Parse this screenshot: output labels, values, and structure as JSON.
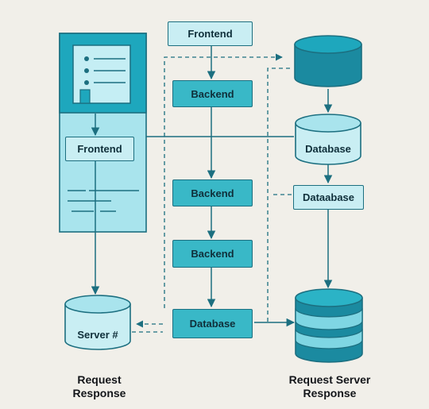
{
  "nodes": {
    "frontend_top": "Frontend",
    "backend_1": "Backend",
    "backend_2": "Backend",
    "backend_3": "Backend",
    "database_mid": "Database",
    "frontend_panel": "Frontend",
    "database_right": "Database",
    "dataabase_right": "Dataabase",
    "server_db": "Server #"
  },
  "labels": {
    "bottom_left_line1": "Request",
    "bottom_left_line2": "Response",
    "bottom_right_line1": "Request Server",
    "bottom_right_line2": "Response"
  },
  "colors": {
    "teal": "#39b8c7",
    "pale": "#c9eef3",
    "dark_teal": "#1b8aa0",
    "stroke": "#1c6f80",
    "background": "#f1efe9"
  }
}
